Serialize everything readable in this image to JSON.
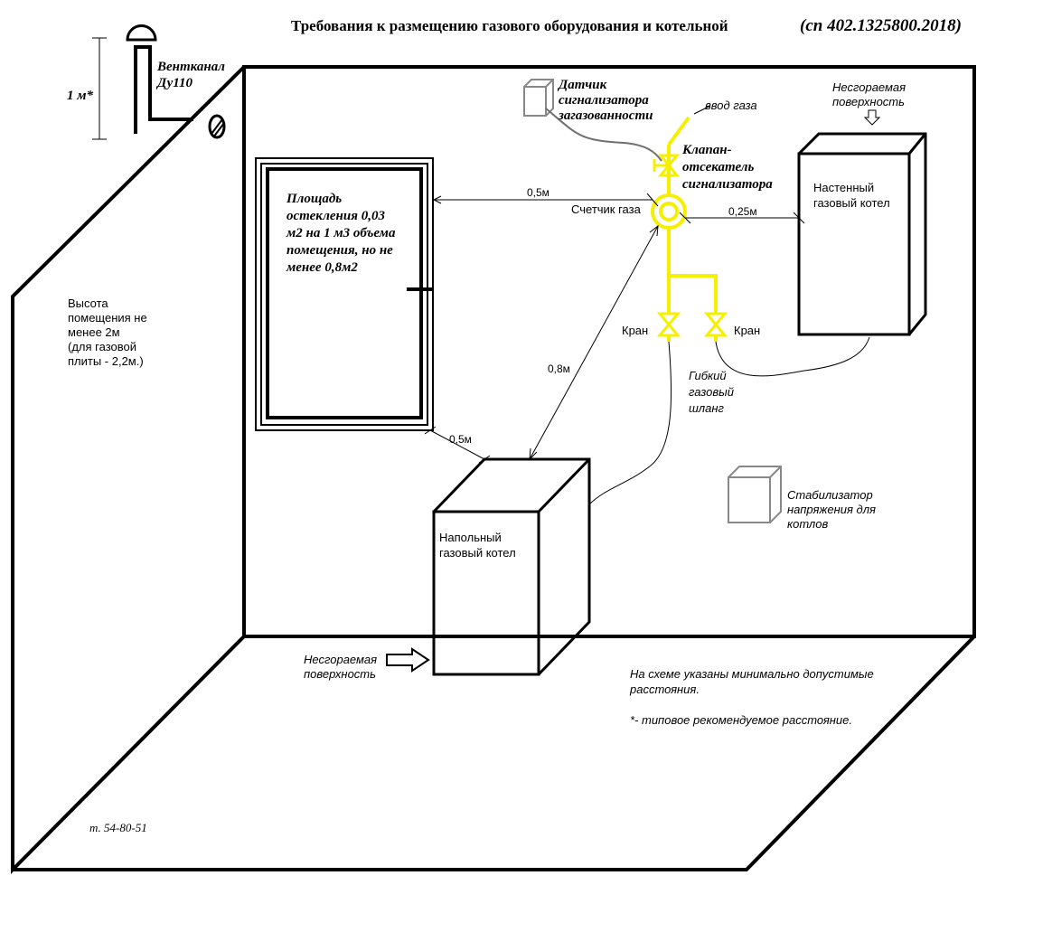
{
  "title": "Требования к размещению газового оборудования и котельной",
  "title_norm": "(сп 402.1325800.2018)",
  "vent": {
    "label_1": "Вентканал",
    "label_2": "Ду110",
    "height": "1 м*"
  },
  "wall_note": [
    "Высота",
    "помещения не",
    "менее 2м",
    "(для газовой",
    "плиты - 2,2м.)"
  ],
  "window_note": [
    "Площадь",
    "остекления 0,03",
    "м2 на 1 м3 объема",
    "помещения, но не",
    "менее 0,8м2"
  ],
  "sensor": [
    "Датчик",
    "сигнализатора",
    "загазованности"
  ],
  "gas_input": "ввод газа",
  "valve": [
    "Клапан-",
    "отсекатель",
    "сигнализатора"
  ],
  "meter": "Счетчик газа",
  "nonflammable_top": [
    "Несгораемая",
    "поверхность"
  ],
  "wall_boiler": [
    "Настенный",
    "газовый котел"
  ],
  "tap_left": "Кран",
  "tap_right": "Кран",
  "hose": [
    "Гибкий",
    "газовый",
    "шланг"
  ],
  "stabilizer": [
    "Стабилизатор",
    "напряжения для",
    "котлов"
  ],
  "floor_boiler": [
    "Напольный",
    "газовый котел"
  ],
  "nonflammable_bottom": [
    "Несгораемая",
    "поверхность"
  ],
  "dimensions": {
    "window_meter": "0,5м",
    "meter_boiler": "0,25м",
    "meter_floor": "0,8м",
    "window_floor": "0,5м"
  },
  "notes": [
    "На схеме указаны минимально допустимые",
    "расстояния.",
    "*- типовое рекомендуемое расстояние."
  ],
  "phone": "т. 54-80-51",
  "colors": {
    "gas_pipe": "#f5f000",
    "line": "#000000",
    "cable": "#707070"
  }
}
